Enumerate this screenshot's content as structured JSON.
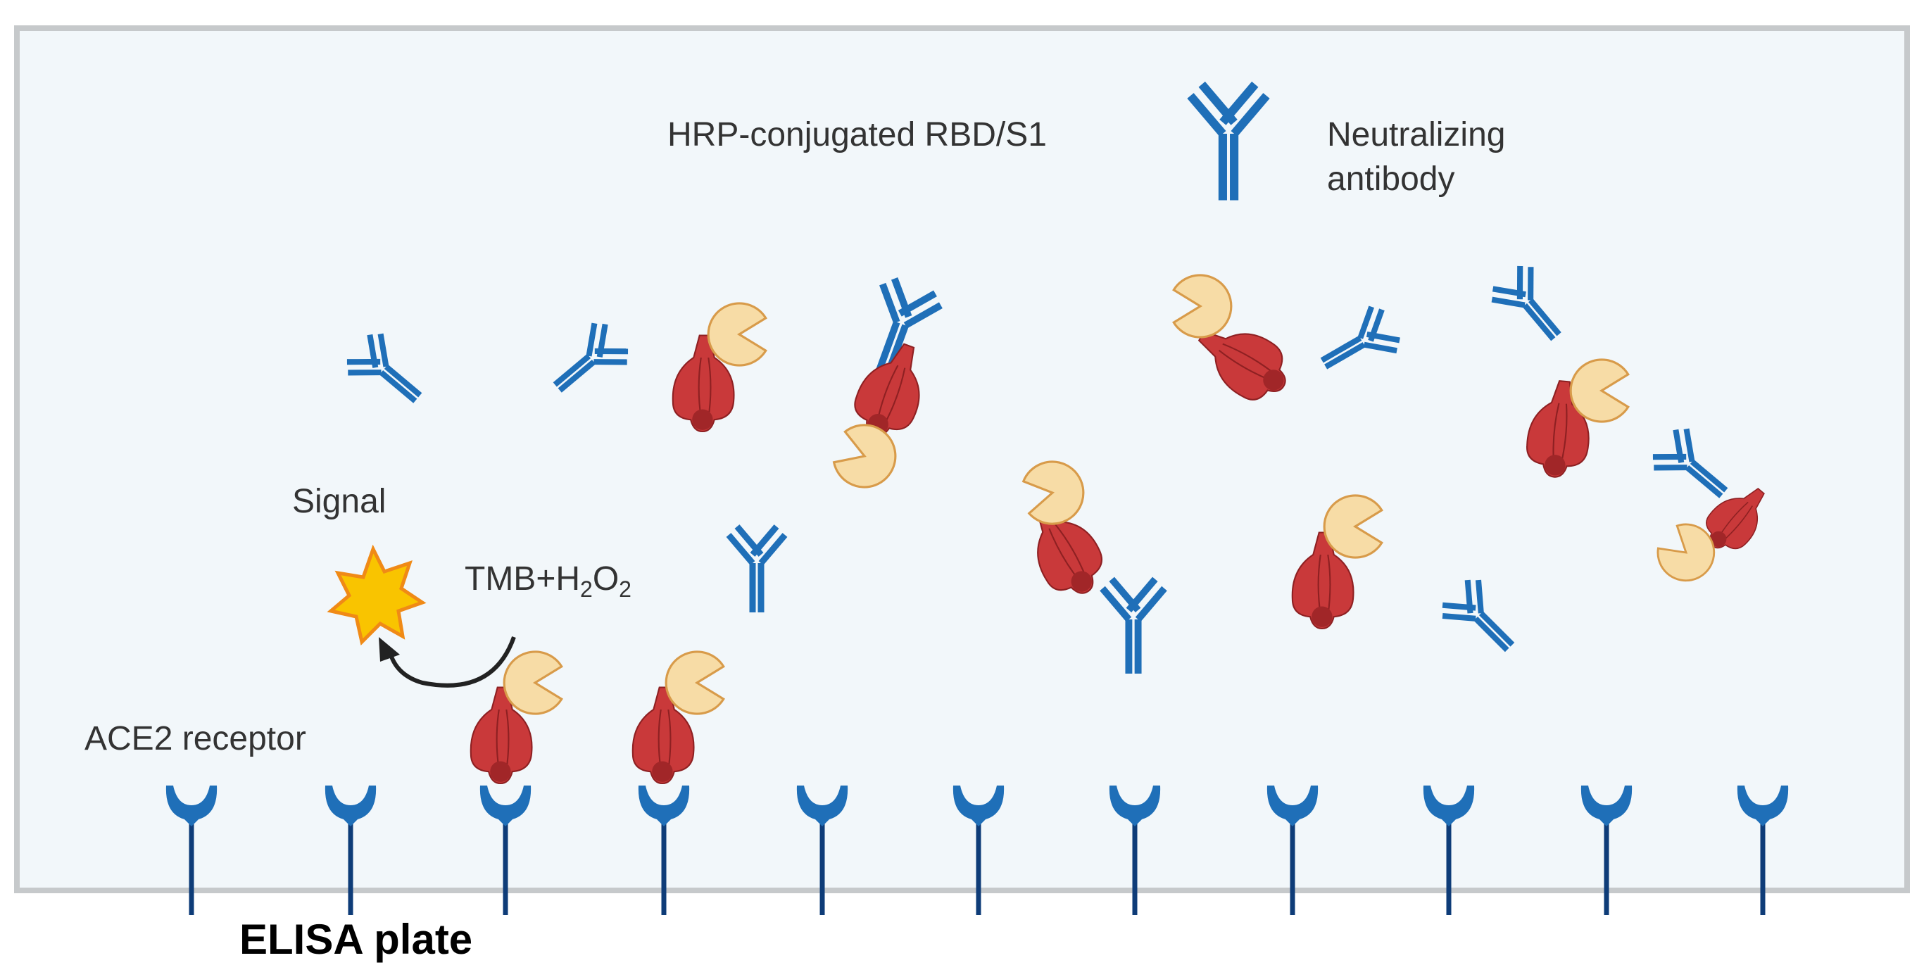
{
  "labels": {
    "hrp": "HRP-conjugated RBD/S1",
    "nab_line1": "Neutralizing",
    "nab_line2": "antibody",
    "signal": "Signal",
    "tmb_prefix": "TMB+H",
    "tmb_sub1": "2",
    "tmb_mid": "O",
    "tmb_sub2": "2",
    "ace2": "ACE2 receptor",
    "plate": "ELISA plate"
  },
  "colors": {
    "panel_fill": "#f2f7fa",
    "panel_border": "#c6c9cb",
    "antibody": "#1f6fb8",
    "ace2_cup": "#1f6fb8",
    "ace2_stem": "#0e3c78",
    "rbd": "#c9393a",
    "rbd_dark": "#a12628",
    "hrp": "#f7dca6",
    "hrp_outline": "#d89b4a",
    "signal_fill": "#f9c400",
    "signal_outline": "#f08a16"
  },
  "icons": [
    "antibody-icon",
    "ace2-receptor-icon",
    "rbd-protein-icon",
    "hrp-enzyme-icon",
    "signal-star-icon",
    "reaction-arrow-icon"
  ]
}
